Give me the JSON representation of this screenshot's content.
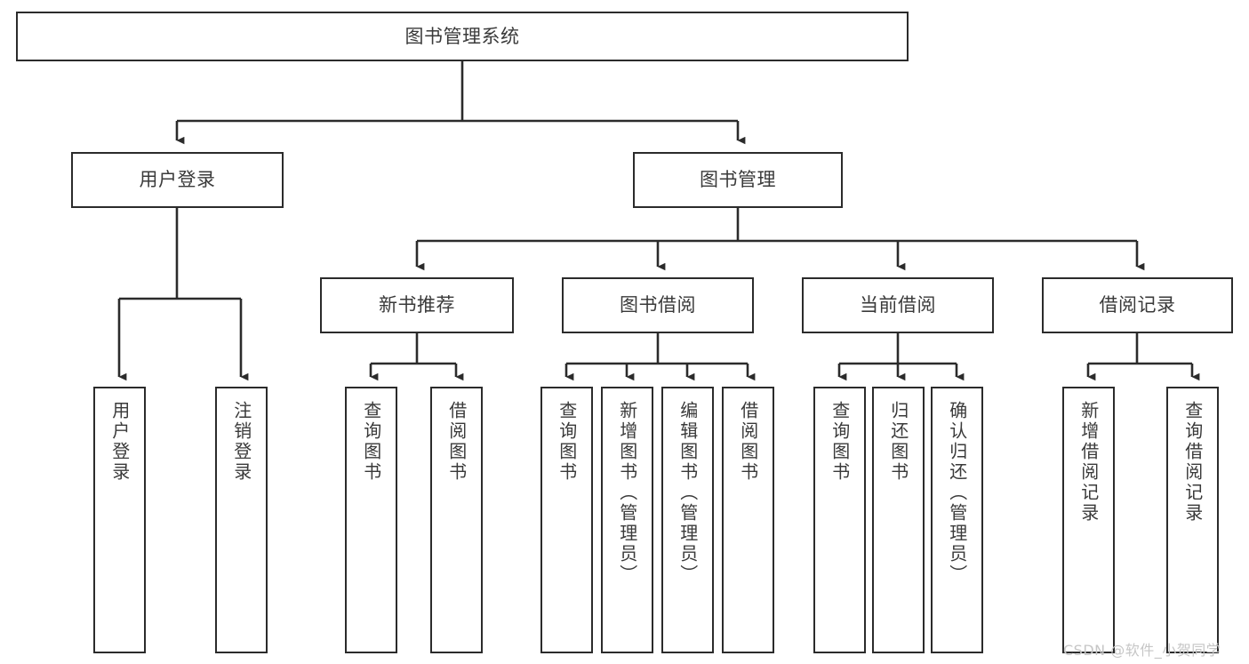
{
  "diagram": {
    "title_box": {
      "label": "图书管理系统"
    },
    "level2": [
      {
        "label": "用户登录"
      },
      {
        "label": "图书管理"
      }
    ],
    "level3": [
      {
        "label": "新书推荐"
      },
      {
        "label": "图书借阅"
      },
      {
        "label": "当前借阅"
      },
      {
        "label": "借阅记录"
      }
    ],
    "leaves": {
      "user_login": [
        {
          "label": "用户登录"
        },
        {
          "label": "注销登录"
        }
      ],
      "new_book_recommend": [
        {
          "label": "查询图书"
        },
        {
          "label": "借阅图书"
        }
      ],
      "book_borrow": [
        {
          "label": "查询图书"
        },
        {
          "label": "新增图书（管理员）"
        },
        {
          "label": "编辑图书（管理员）"
        },
        {
          "label": "借阅图书"
        }
      ],
      "current_borrow": [
        {
          "label": "查询图书"
        },
        {
          "label": "归还图书"
        },
        {
          "label": "确认归还（管理员）"
        }
      ],
      "borrow_record": [
        {
          "label": "新增借阅记录"
        },
        {
          "label": "查询借阅记录"
        }
      ]
    }
  },
  "watermark": {
    "text": "CSDN @软件_小贺同学"
  },
  "colors": {
    "border": "#2b2b2b",
    "text": "#3a3a3a",
    "background": "#ffffff",
    "watermark": "#c6c6c6"
  }
}
